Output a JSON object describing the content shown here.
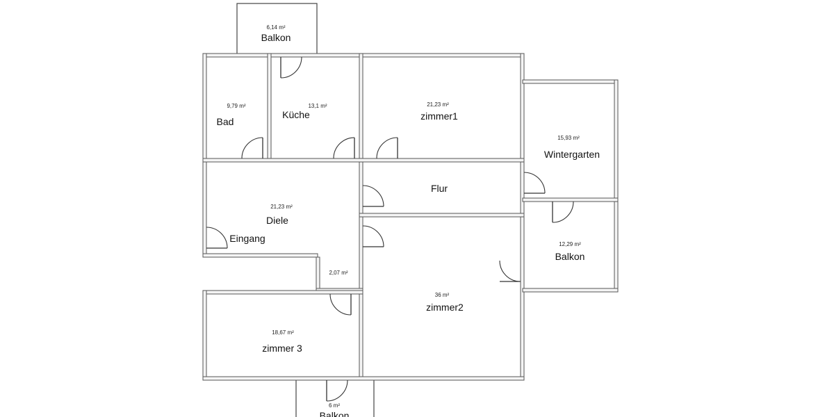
{
  "rooms": {
    "balkon_top": {
      "area": "6,14 m²",
      "name": "Balkon"
    },
    "bad": {
      "area": "9,79 m²",
      "name": "Bad"
    },
    "kueche": {
      "area": "13,1 m²",
      "name": "Küche"
    },
    "zimmer1": {
      "area": "21,23 m²",
      "name": "zimmer1"
    },
    "wintergarten": {
      "area": "15,93 m²",
      "name": "Wintergarten"
    },
    "flur": {
      "name": "Flur"
    },
    "diele": {
      "area": "21,23 m²",
      "name": "Diele",
      "entrance_label": "Eingang"
    },
    "balkon_right": {
      "area": "12,29 m²",
      "name": "Balkon"
    },
    "abstellraum": {
      "area": "2,07 m²"
    },
    "zimmer2": {
      "area": "36 m²",
      "name": "zimmer2"
    },
    "zimmer3": {
      "area": "18,67 m²",
      "name": "zimmer 3"
    },
    "balkon_bottom": {
      "area": "6 m²",
      "name": "Balkon"
    }
  }
}
